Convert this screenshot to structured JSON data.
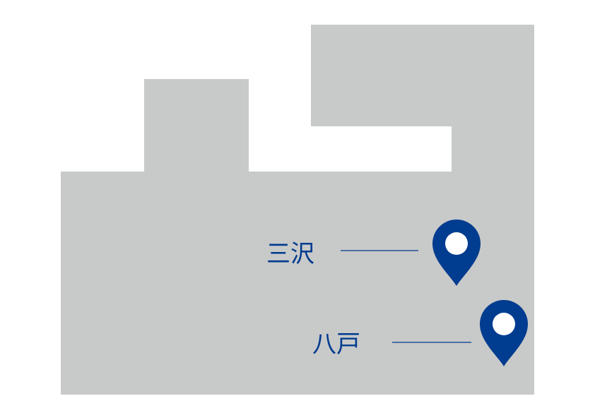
{
  "map": {
    "colors": {
      "land": "#c8c9c9",
      "background": "#ffffff",
      "marker": "#003c8f",
      "marker_dot": "#ffffff",
      "leader_line": "#003c8f",
      "label": "#003c8f"
    },
    "markers": [
      {
        "id": "misawa",
        "label": "三沢",
        "icon": "map-pin-icon"
      },
      {
        "id": "hachinohe",
        "label": "八戸",
        "icon": "map-pin-icon"
      }
    ]
  }
}
